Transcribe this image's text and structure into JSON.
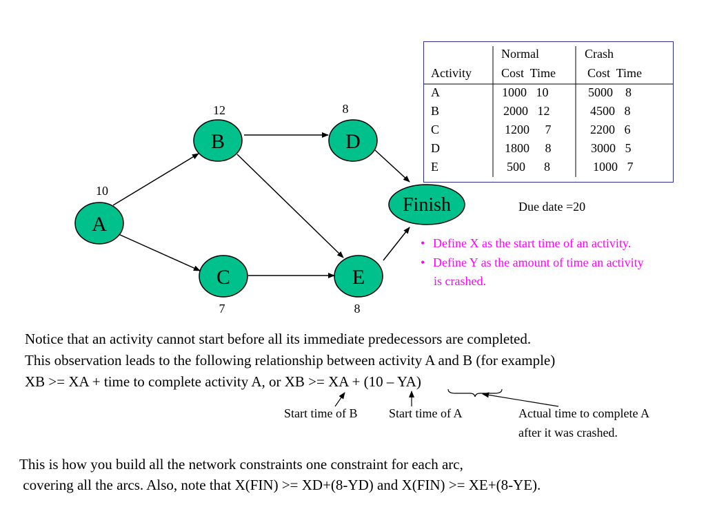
{
  "network": {
    "nodes": {
      "A": {
        "label": "A",
        "duration": "10"
      },
      "B": {
        "label": "B",
        "duration": "12"
      },
      "C": {
        "label": "C",
        "duration": "7"
      },
      "D": {
        "label": "D",
        "duration": "8"
      },
      "E": {
        "label": "E",
        "duration": "8"
      },
      "Finish": {
        "label": "Finish"
      }
    },
    "arcs": [
      [
        "A",
        "B"
      ],
      [
        "A",
        "C"
      ],
      [
        "B",
        "D"
      ],
      [
        "B",
        "E"
      ],
      [
        "C",
        "E"
      ],
      [
        "D",
        "Finish"
      ],
      [
        "E",
        "Finish"
      ]
    ],
    "colors": {
      "node_fill": "#00c08c",
      "node_stroke": "#000000",
      "arrow": "#000000"
    }
  },
  "table": {
    "group_headers": [
      "Normal",
      "Crash"
    ],
    "column_headers": [
      "Activity",
      "Cost  Time",
      "Cost  Time"
    ],
    "rows": [
      [
        "A",
        "1000   10",
        "5000    8"
      ],
      [
        "B",
        "2000   12",
        "4500   8"
      ],
      [
        "C",
        "1200     7",
        "2200   6"
      ],
      [
        "D",
        "1800     8",
        "3000   5"
      ],
      [
        "E",
        "500      8",
        "1000   7"
      ]
    ],
    "border_color": "#2c2c8c"
  },
  "due_date": "Due date =20",
  "bullets": {
    "color": "#ff00ff",
    "b1": "Define X as the start time of an activity.",
    "b2_line1": "Define Y as the amount of time an activity",
    "b2_line2": "is crashed."
  },
  "notes": {
    "line1": "Notice that an activity cannot start before all its immediate predecessors are completed.",
    "line2": "This observation leads to the following relationship between activity A and B (for example)",
    "line3": "XB >= XA + time to complete activity A, or XB >= XA + (10 – YA)"
  },
  "annotations": {
    "start_b": "Start time of B",
    "start_a": "Start time of A",
    "actual_line1": "Actual time to complete A",
    "actual_line2": "after it was crashed."
  },
  "footer": {
    "line1": "This is how you build all the network constraints one constraint for each arc,",
    "line2": " covering all the arcs. Also, note that X(FIN) >= XD+(8-YD) and X(FIN) >= XE+(8-YE)."
  }
}
